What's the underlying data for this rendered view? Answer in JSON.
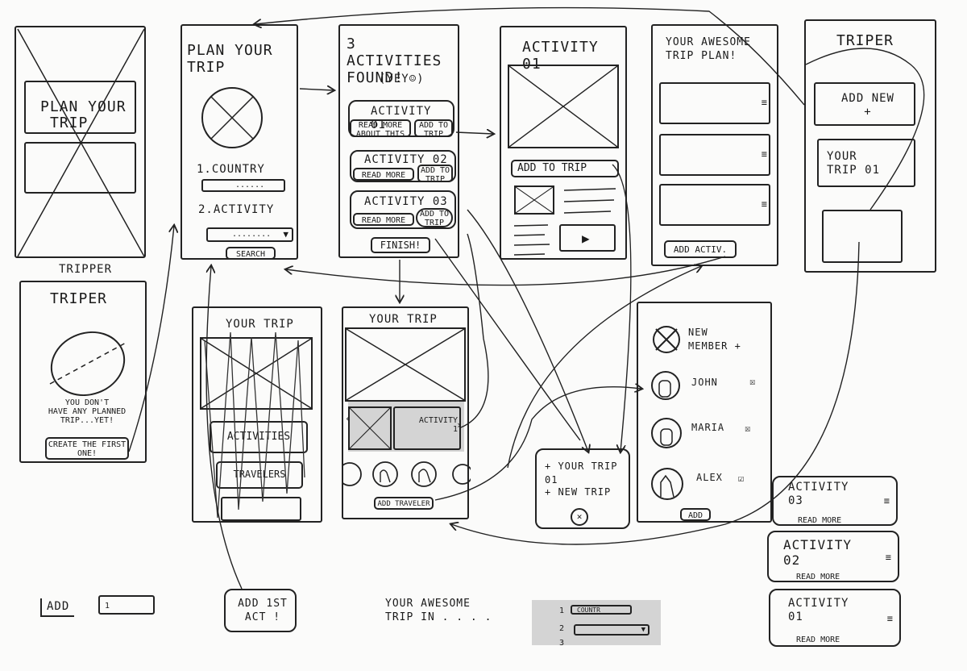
{
  "screens": {
    "splash": {
      "line1": "PLAN YOUR",
      "line2": "TRIP",
      "caption": "TRIPPER"
    },
    "empty_state": {
      "title": "TRIPER",
      "message": "YOU DON'T\nHAVE ANY PLANNED\nTRIP...YET!",
      "cta": "CREATE\nTHE FIRST ONE!"
    },
    "plan_trip": {
      "title": "PLAN YOUR\nTRIP",
      "field1_label": "1.COUNTRY",
      "field1_value": "......",
      "field2_label": "2.ACTIVITY",
      "field2_value": "........",
      "search": "SEARCH"
    },
    "results": {
      "title": "3 ACTIVITIES\nFOUND!",
      "subtitle": "(YEY☺)",
      "items": [
        {
          "label": "ACTIVITY 01",
          "more": "READ MORE\nABOUT THIS",
          "add": "ADD TO\nTRIP"
        },
        {
          "label": "ACTIVITY 02",
          "more": "READ MORE",
          "add": "ADD TO\nTRIP"
        },
        {
          "label": "ACTIVITY 03",
          "more": "READ MORE",
          "add": "ADD TO\nTRIP"
        }
      ],
      "finish": "FINISH!"
    },
    "activity_detail": {
      "title": "ACTIVITY 01",
      "add": "ADD TO TRIP"
    },
    "trip_plan": {
      "title": "YOUR AWESOME\nTRIP PLAN!",
      "add": "ADD ACTIV."
    },
    "tripper_home": {
      "title": "TRIPER",
      "add_new": "ADD NEW\n+",
      "trip": "YOUR\nTRIP 01"
    },
    "your_trip_a": {
      "title": "YOUR TRIP",
      "btn1": "ACTIVITIES",
      "btn2": "TRAVELERS"
    },
    "your_trip_b": {
      "title": "YOUR TRIP",
      "slide_label": "ACTIVITY\n1",
      "add_traveler": "ADD TRAVELER"
    },
    "menu": {
      "item1": "+ YOUR TRIP\n01",
      "item2": "+ NEW TRIP",
      "close": "✕"
    },
    "members": {
      "new_member": "NEW\nMEMBER +",
      "members": [
        "JOHN",
        "MARIA",
        "ALEX"
      ],
      "add": "ADD"
    },
    "activity_cards": [
      {
        "label": "ACTIVITY\n03",
        "more": "READ MORE"
      },
      {
        "label": "ACTIVITY\n02",
        "more": "READ MORE"
      },
      {
        "label": "ACTIVITY\n01",
        "more": "READ MORE"
      }
    ]
  },
  "fragments": {
    "add_label": "ADD",
    "add_input": "1",
    "add_first_act": "ADD 1st\nACT !",
    "awesome_trip": "YOUR AWESOME\nTRIP IN . . . .",
    "strip_rows": [
      "1",
      "2",
      "3"
    ],
    "strip_field": "COUNTR"
  },
  "colors": {
    "ink": "#1b1b1b",
    "paper": "#fbfbfa",
    "shade": "#d4d4d4"
  }
}
